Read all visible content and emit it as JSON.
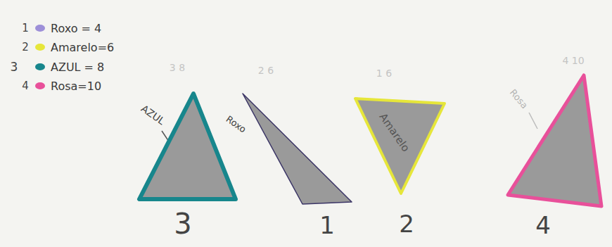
{
  "diagram": {
    "nodes": [
      {
        "text": [
          "AZUL",
          "3"
        ]
      },
      {
        "text": [
          "Roxo",
          "1"
        ]
      },
      {
        "text": [
          "Amarelo",
          "2"
        ]
      },
      {
        "text": [
          "Rosa",
          "4"
        ]
      }
    ],
    "labels": [
      "1",
      "2",
      "3",
      "4",
      "3 8",
      "2 6",
      "1 6",
      "4 10"
    ],
    "legend": [
      {
        "text": "Roxo = 4",
        "color": "#9d8fd8"
      },
      {
        "text": "Amarelo=6",
        "color": "#e6e63a"
      },
      {
        "text": "AZUL = 8",
        "color": "#17868c"
      },
      {
        "text": "Rosa=10",
        "color": "#e8509a"
      }
    ]
  }
}
